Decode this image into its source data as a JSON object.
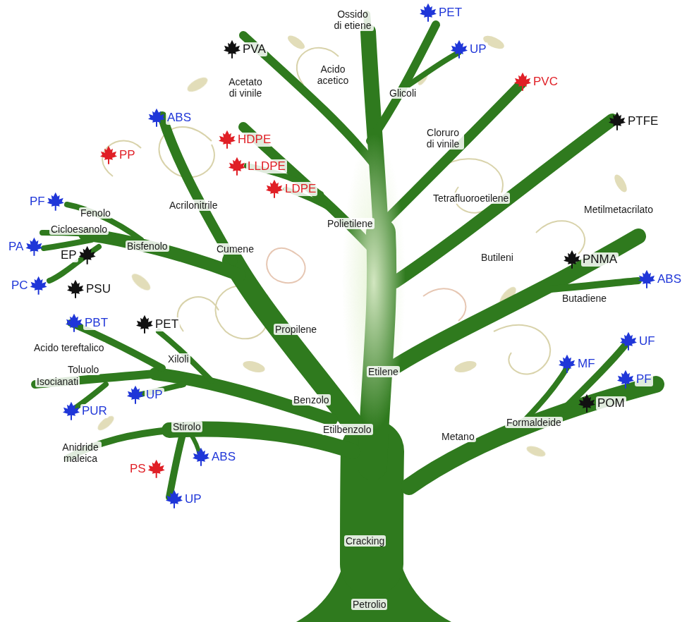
{
  "diagram": {
    "labels": [
      "Ossido di etiene",
      "PET",
      "UP",
      "PVA",
      "Acido acetico",
      "Acetato di vinile",
      "Glicoli",
      "PVC",
      "ABS",
      "HDPE",
      "PTFE",
      "Cloruro di vinile",
      "PP",
      "LLDPE",
      "LDPE",
      "Tetrafluoroetilene",
      "Metilmetacrilato",
      "PF",
      "Fenolo",
      "Acrilonitrile",
      "Polietilene",
      "Cicloesanolo",
      "PA",
      "EP",
      "Bisfenolo",
      "Cumene",
      "PNMA",
      "Butileni",
      "ABS",
      "PC",
      "PSU",
      "Butadiene",
      "PBT",
      "PET",
      "Propilene",
      "UF",
      "Acido tereftalico",
      "Xiloli",
      "MF",
      "Etilene",
      "Toluolo",
      "PF",
      "Isocianati",
      "UP",
      "Benzolo",
      "POM",
      "PUR",
      "Stirolo",
      "Formaldeide",
      "Etilbenzolo",
      "Metano",
      "Anidride maleica",
      "ABS",
      "PS",
      "UP",
      "Cracking",
      "Petrolio"
    ]
  }
}
